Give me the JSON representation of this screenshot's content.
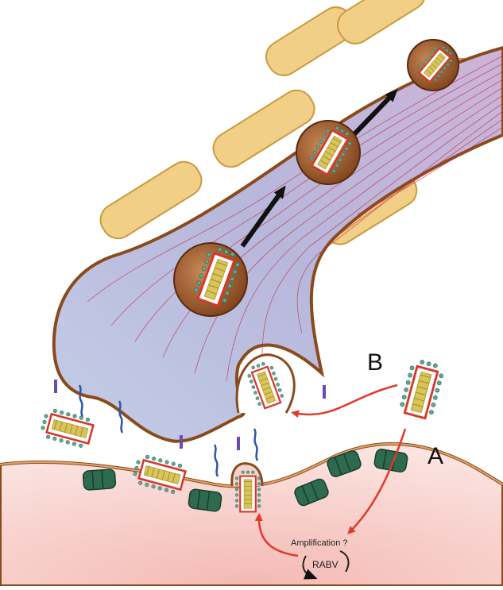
{
  "labels": {
    "pathway_a": "A",
    "pathway_b": "B",
    "amplification": "Amplification ?",
    "virus": "RABV"
  },
  "colors": {
    "axon_fill": "#c7cde6",
    "membrane_brown": "#a0521d",
    "myelin": "#f2cf86",
    "muscle": "#f7d3cf",
    "receptor_green": "#2d6a4f",
    "arrow_red": "#e03a2a",
    "virion_core": "#d9c45a",
    "vesicle": "#9c5a2e"
  }
}
